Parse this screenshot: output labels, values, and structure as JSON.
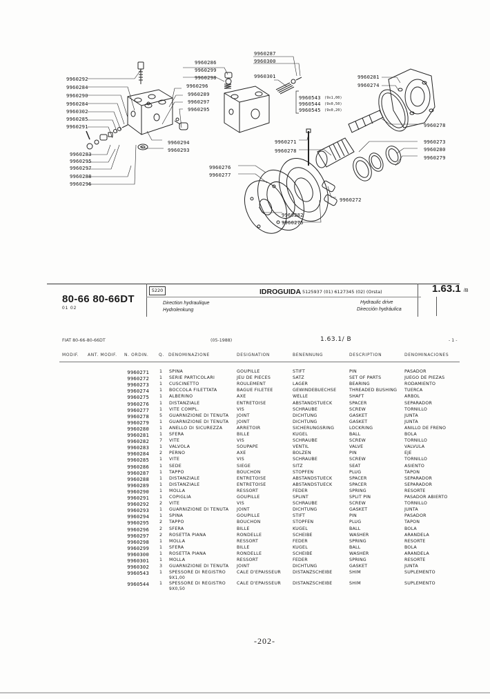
{
  "diagram": {
    "callouts": [
      {
        "id": "c1",
        "text": "9960287"
      },
      {
        "id": "c2",
        "text": "9960300"
      },
      {
        "id": "c3",
        "text": "9960286"
      },
      {
        "id": "c4",
        "text": "9960299"
      },
      {
        "id": "c5",
        "text": "9960298"
      },
      {
        "id": "c6",
        "text": "9960301"
      },
      {
        "id": "c7",
        "text": "9960292"
      },
      {
        "id": "c8",
        "text": "9960284"
      },
      {
        "id": "c9",
        "text": "9960290"
      },
      {
        "id": "c10",
        "text": "9960284"
      },
      {
        "id": "c11",
        "text": "9960302"
      },
      {
        "id": "c12",
        "text": "9960285"
      },
      {
        "id": "c13",
        "text": "9960291"
      },
      {
        "id": "c14",
        "text": "9960296"
      },
      {
        "id": "c15",
        "text": "9960289"
      },
      {
        "id": "c16",
        "text": "9960297"
      },
      {
        "id": "c17",
        "text": "9960295"
      },
      {
        "id": "c18",
        "text": "9960294"
      },
      {
        "id": "c19",
        "text": "9960293"
      },
      {
        "id": "c20",
        "text": "9960283"
      },
      {
        "id": "c21",
        "text": "9960295"
      },
      {
        "id": "c22",
        "text": "9960297"
      },
      {
        "id": "c23",
        "text": "9960288"
      },
      {
        "id": "c24",
        "text": "9960296"
      },
      {
        "id": "c25",
        "text": "9960281"
      },
      {
        "id": "c26",
        "text": "9960274"
      },
      {
        "id": "c27",
        "text": "9960543"
      },
      {
        "id": "c28",
        "text": "9960544"
      },
      {
        "id": "c29",
        "text": "9960545"
      },
      {
        "id": "c30",
        "text": "9960278"
      },
      {
        "id": "c31",
        "text": "9960271"
      },
      {
        "id": "c32",
        "text": "9960273"
      },
      {
        "id": "c33",
        "text": "9960278"
      },
      {
        "id": "c34",
        "text": "9960280"
      },
      {
        "id": "c35",
        "text": "9960279"
      },
      {
        "id": "c36",
        "text": "9960276"
      },
      {
        "id": "c37",
        "text": "9960277"
      },
      {
        "id": "c38",
        "text": "9960272"
      },
      {
        "id": "c39",
        "text": "9960282"
      },
      {
        "id": "c40",
        "text": "9960275"
      }
    ],
    "thickness_notes": [
      "(9x1,00)",
      "(9x0,50)",
      "(9x0,20)"
    ]
  },
  "header": {
    "model": "80-66 80-66DT",
    "model_sub": "01 02",
    "box_number": "5220",
    "caption_fr": "Direction hydraulique",
    "caption_de": "Hydrolenkung",
    "title": "IDROGUIDA",
    "title_codes": "5125937 (01) 6127345 (02) (Orsta)",
    "caption_en": "Hydraulic drive",
    "caption_es": "Dirección hydráulica",
    "section": "1.63.1",
    "section_suffix": "/B"
  },
  "meta": {
    "fiat_models": "FIAT 80-66-80-66DT",
    "date": "(05-1988)",
    "section_ref": "1.63.1/ B",
    "page_ref": "- 1 -"
  },
  "columns": {
    "modif": "MODIF.",
    "ant_modif": "ANT. MODIF.",
    "n_ordin": "N. ORDIN.",
    "q": "Q.",
    "denominazione": "DENOMINAZIONE",
    "designation": "DESIGNATION",
    "benennung": "BENENNUNG",
    "description": "DESCRIPTION",
    "denominaciones": "DENOMINACIONES"
  },
  "parts": [
    {
      "code": "9960271",
      "qty": "1",
      "it": "SPINA",
      "fr": "GOUPILLE",
      "de": "STIFT",
      "en": "PIN",
      "es": "PASADOR"
    },
    {
      "code": "9960272",
      "qty": "1",
      "it": "SERIE PARTICOLARI",
      "fr": "JEU DE PIECES",
      "de": "SATZ",
      "en": "SET OF PARTS",
      "es": "JUEGO DE PIEZAS"
    },
    {
      "code": "9960273",
      "qty": "1",
      "it": "CUSCINETTO",
      "fr": "ROULEMENT",
      "de": "LAGER",
      "en": "BEARING",
      "es": "RODAMIENTO"
    },
    {
      "code": "9960274",
      "qty": "1",
      "it": "BOCCOLA FILETTATA",
      "fr": "BAGUE FILETEE",
      "de": "GEWINDEBUECHSE",
      "en": "THREADED BUSHING",
      "es": "TUERCA"
    },
    {
      "code": "9960275",
      "qty": "1",
      "it": "ALBERINO",
      "fr": "AXE",
      "de": "WELLE",
      "en": "SHAFT",
      "es": "ARBOL"
    },
    {
      "code": "9960276",
      "qty": "1",
      "it": "DISTANZIALE",
      "fr": "ENTRETOISE",
      "de": "ABSTANDSTUECK",
      "en": "SPACER",
      "es": "SEPARADOR"
    },
    {
      "code": "9960277",
      "qty": "1",
      "it": "VITE COMPL.",
      "fr": "VIS",
      "de": "SCHRAUBE",
      "en": "SCREW",
      "es": "TORNILLO"
    },
    {
      "code": "9960278",
      "qty": "5",
      "it": "GUARNIZIONE DI TENUTA",
      "fr": "JOINT",
      "de": "DICHTUNG",
      "en": "GASKET",
      "es": "JUNTA"
    },
    {
      "code": "9960279",
      "qty": "1",
      "it": "GUARNIZIONE DI TENUTA",
      "fr": "JOINT",
      "de": "DICHTUNG",
      "en": "GASKET",
      "es": "JUNTA"
    },
    {
      "code": "9960280",
      "qty": "1",
      "it": "ANELLO DI SICUREZZA",
      "fr": "ARRETOIR",
      "de": "SICHERUNGSRING",
      "en": "LOCKRING",
      "es": "ANILLO DE FRENO"
    },
    {
      "code": "9960281",
      "qty": "1",
      "it": "SFERA",
      "fr": "BILLE",
      "de": "KUGEL",
      "en": "BALL",
      "es": "BOLA"
    },
    {
      "code": "9960282",
      "qty": "7",
      "it": "VITE",
      "fr": "VIS",
      "de": "SCHRAUBE",
      "en": "SCREW",
      "es": "TORNILLO"
    },
    {
      "code": "9960283",
      "qty": "1",
      "it": "VALVOLA",
      "fr": "SOUPAPE",
      "de": "VENTIL",
      "en": "VALVE",
      "es": "VALVULA"
    },
    {
      "code": "9960284",
      "qty": "2",
      "it": "PERNO",
      "fr": "AXE",
      "de": "BOLZEN",
      "en": "PIN",
      "es": "EJE"
    },
    {
      "code": "9960285",
      "qty": "1",
      "it": "VITE",
      "fr": "VIS",
      "de": "SCHRAUBE",
      "en": "SCREW",
      "es": "TORNILLO"
    },
    {
      "code": "9960286",
      "qty": "1",
      "it": "SEDE",
      "fr": "SIEGE",
      "de": "SITZ",
      "en": "SEAT",
      "es": "ASIENTO"
    },
    {
      "code": "9960287",
      "qty": "1",
      "it": "TAPPO",
      "fr": "BOUCHON",
      "de": "STOPFEN",
      "en": "PLUG",
      "es": "TAPON"
    },
    {
      "code": "9960288",
      "qty": "1",
      "it": "DISTANZIALE",
      "fr": "ENTRETOISE",
      "de": "ABSTANDSTUECK",
      "en": "SPACER",
      "es": "SEPARADOR"
    },
    {
      "code": "9960289",
      "qty": "1",
      "it": "DISTANZIALE",
      "fr": "ENTRETOISE",
      "de": "ABSTANDSTUECK",
      "en": "SPACER",
      "es": "SEPARADOR"
    },
    {
      "code": "9960290",
      "qty": "1",
      "it": "MOLLA",
      "fr": "RESSORT",
      "de": "FEDER",
      "en": "SPRING",
      "es": "RESORTE"
    },
    {
      "code": "9960291",
      "qty": "1",
      "it": "COPIGLIA",
      "fr": "GOUPILLE",
      "de": "SPLINT",
      "en": "SPLIT PIN",
      "es": "PASADOR ABIERTO"
    },
    {
      "code": "9960292",
      "qty": "2",
      "it": "VITE",
      "fr": "VIS",
      "de": "SCHRAUBE",
      "en": "SCREW",
      "es": "TORNILLO"
    },
    {
      "code": "9960293",
      "qty": "1",
      "it": "GUARNIZIONE DI TENUTA",
      "fr": "JOINT",
      "de": "DICHTUNG",
      "en": "GASKET",
      "es": "JUNTA"
    },
    {
      "code": "9960294",
      "qty": "1",
      "it": "SPINA",
      "fr": "GOUPILLE",
      "de": "STIFT",
      "en": "PIN",
      "es": "PASADOR"
    },
    {
      "code": "9960295",
      "qty": "2",
      "it": "TAPPO",
      "fr": "BOUCHON",
      "de": "STOPFEN",
      "en": "PLUG",
      "es": "TAPON"
    },
    {
      "code": "9960296",
      "qty": "2",
      "it": "SFERA",
      "fr": "BILLE",
      "de": "KUGEL",
      "en": "BALL",
      "es": "BOLA"
    },
    {
      "code": "9960297",
      "qty": "2",
      "it": "ROSETTA PIANA",
      "fr": "RONDELLE",
      "de": "SCHEIBE",
      "en": "WASHER",
      "es": "ARANDELA"
    },
    {
      "code": "9960298",
      "qty": "1",
      "it": "MOLLA",
      "fr": "RESSORT",
      "de": "FEDER",
      "en": "SPRING",
      "es": "RESORTE"
    },
    {
      "code": "9960299",
      "qty": "1",
      "it": "SFERA",
      "fr": "BILLE",
      "de": "KUGEL",
      "en": "BALL",
      "es": "BOLA"
    },
    {
      "code": "9960300",
      "qty": "1",
      "it": "ROSETTA PIANA",
      "fr": "RONDELLE",
      "de": "SCHEIBE",
      "en": "WASHER",
      "es": "ARANDELA"
    },
    {
      "code": "9960301",
      "qty": "1",
      "it": "MOLLA",
      "fr": "RESSORT",
      "de": "FEDER",
      "en": "SPRING",
      "es": "RESORTE"
    },
    {
      "code": "9960302",
      "qty": "3",
      "it": "GUARNIZIONE DI TENUTA",
      "fr": "JOINT",
      "de": "DICHTUNG",
      "en": "GASKET",
      "es": "JUNTA"
    },
    {
      "code": "9960543",
      "qty": "1",
      "it": "SPESSORE DI REGISTRO",
      "fr": "CALE D'EPAISSEUR",
      "de": "DISTANZSCHEIBE",
      "en": "SHIM",
      "es": "SUPLEMENTO",
      "extra": "9X1,00"
    },
    {
      "code": "9960544",
      "qty": "1",
      "it": "SPESSORE DI REGISTRO",
      "fr": "CALE D'EPAISSEUR",
      "de": "DISTANZSCHEIBE",
      "en": "SHIM",
      "es": "SUPLEMENTO",
      "extra": "9X0,50"
    }
  ],
  "footer": {
    "page_number": "-202-"
  }
}
